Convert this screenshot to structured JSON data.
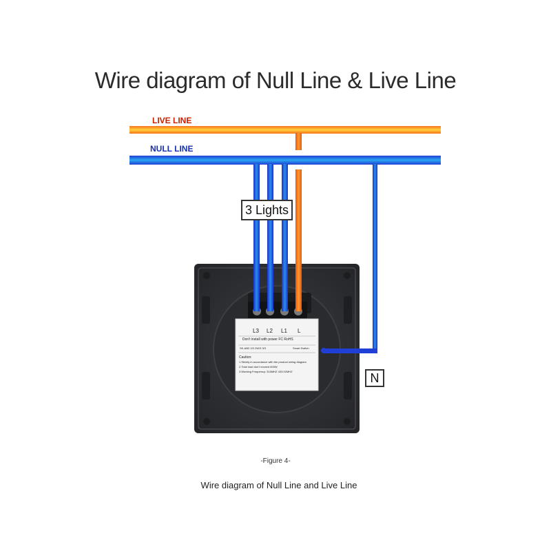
{
  "title": "Wire diagram of Null Line & Live Line",
  "lines": {
    "live_label": "LIVE LINE",
    "null_label": "NULL LINE"
  },
  "lights_label": "3 Lights",
  "neutral_label": "N",
  "terminals": [
    "L3",
    "L2",
    "L1",
    "L"
  ],
  "sticker": {
    "brand_line": "Don't install with power FC RoHS",
    "model_line": "SK-AB2 2/3 2W/3 3/3",
    "type_line": "Smart Switch",
    "caution": "Caution:",
    "note1": "1.Strictly in accordance with the product wiring diagram",
    "note2": "2.Total load don't exceed 600W",
    "note3": "3.Working Frequency: 315MHZ 433.92MHZ"
  },
  "figure_label": "-Figure 4-",
  "caption": "Wire diagram of Null Line and Live Line",
  "colors": {
    "live_wire": "#f06a1e",
    "live_wire_core": "#ffcf3a",
    "null_wire": "#1f3fd6",
    "null_wire_core": "#1b8de8",
    "panel": "#2e3033"
  }
}
